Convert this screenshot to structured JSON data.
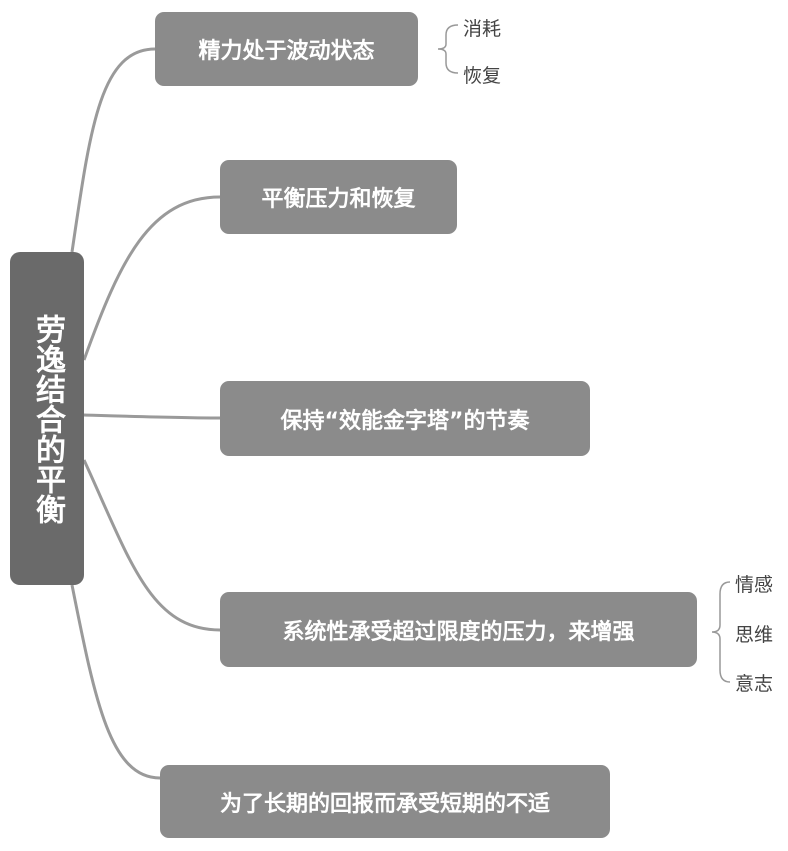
{
  "root": {
    "label": "劳逸结合的平衡"
  },
  "branches": [
    {
      "label": "精力处于波动状态",
      "children": [
        "消耗",
        "恢复"
      ]
    },
    {
      "label": "平衡压力和恢复",
      "children": []
    },
    {
      "label": "保持“效能金字塔”的节奏",
      "children": []
    },
    {
      "label": "系统性承受超过限度的压力，来增强",
      "children": [
        "情感",
        "思维",
        "意志"
      ]
    },
    {
      "label": "为了长期的回报而承受短期的不适",
      "children": []
    }
  ],
  "colors": {
    "root": "#6a6a6a",
    "node": "#8b8b8b",
    "line": "#9a9a9a",
    "text": "#ffffff",
    "leaf_text": "#444444"
  }
}
